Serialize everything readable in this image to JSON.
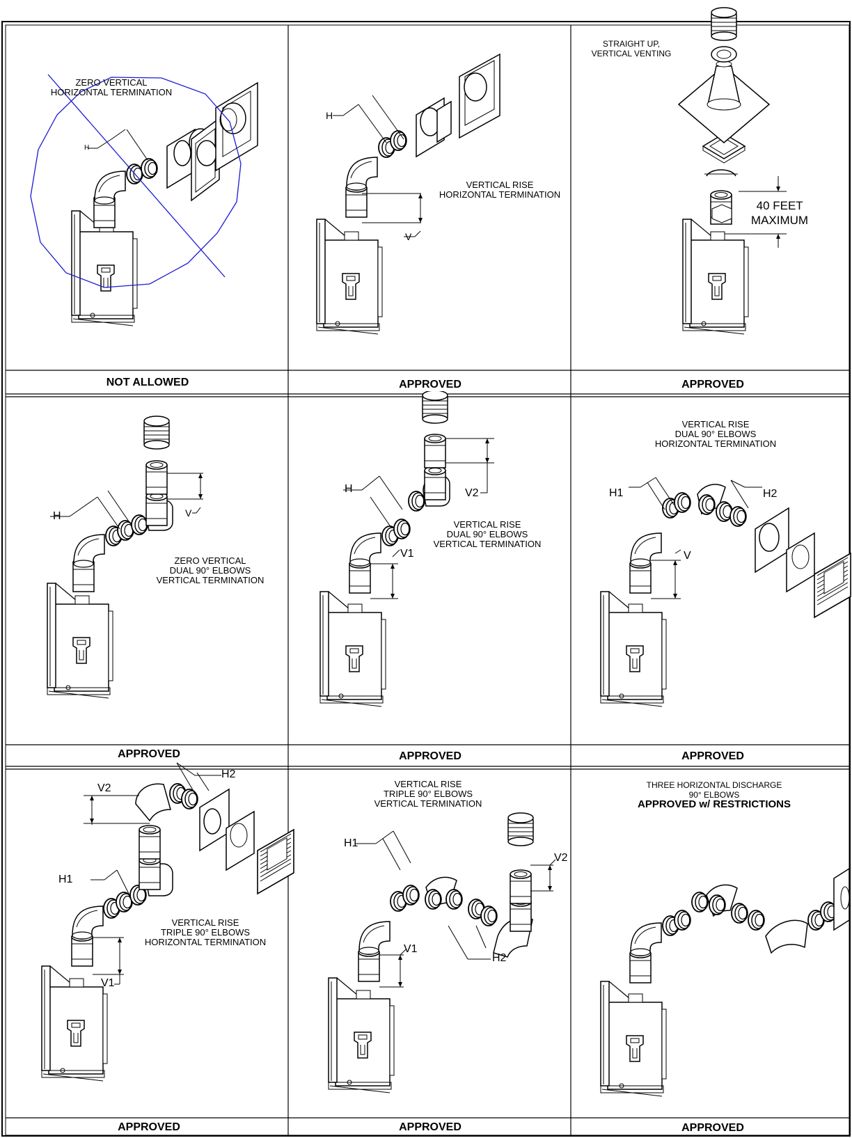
{
  "panels": [
    {
      "id": "p1",
      "status": "NOT ALLOWED",
      "caption": [
        "ZERO VERTICAL",
        "HORIZONTAL TERMINATION"
      ],
      "dims": [
        "H"
      ]
    },
    {
      "id": "p2",
      "status": "APPROVED",
      "caption": [
        "VERTICAL RISE",
        "HORIZONTAL TERMINATION"
      ],
      "dims": [
        "H",
        "V"
      ]
    },
    {
      "id": "p3",
      "status": "APPROVED",
      "caption": [
        "STRAIGHT UP,",
        "VERTICAL VENTING"
      ],
      "dims": [
        "40 FEET",
        "MAXIMUM"
      ]
    },
    {
      "id": "p4",
      "status": "APPROVED",
      "caption": [
        "ZERO VERTICAL",
        "DUAL 90° ELBOWS",
        "VERTICAL TERMINATION"
      ],
      "dims": [
        "H",
        "V"
      ]
    },
    {
      "id": "p5",
      "status": "APPROVED",
      "caption": [
        "VERTICAL RISE",
        "DUAL 90° ELBOWS",
        "VERTICAL TERMINATION"
      ],
      "dims": [
        "H",
        "V2",
        "V1"
      ]
    },
    {
      "id": "p6",
      "status": "APPROVED",
      "caption": [
        "VERTICAL RISE",
        "DUAL 90° ELBOWS",
        "HORIZONTAL TERMINATION"
      ],
      "dims": [
        "H1",
        "H2",
        "V"
      ]
    },
    {
      "id": "p7",
      "status": "APPROVED",
      "caption": [
        "VERTICAL RISE",
        "TRIPLE 90° ELBOWS",
        "HORIZONTAL TERMINATION"
      ],
      "dims": [
        "V2",
        "H2",
        "H1",
        "V1"
      ]
    },
    {
      "id": "p8",
      "status": "APPROVED",
      "caption": [
        "VERTICAL RISE",
        "TRIPLE 90° ELBOWS",
        "VERTICAL TERMINATION"
      ],
      "dims": [
        "H1",
        "V2",
        "V1",
        "H2"
      ]
    },
    {
      "id": "p9",
      "status": "APPROVED",
      "caption": [
        "THREE HORIZONTAL DISCHARGE",
        "90° ELBOWS",
        "APPROVED w/ RESTRICTIONS"
      ],
      "dims": []
    }
  ],
  "colors": {
    "lines": "#000000",
    "strike": "#1a1ad6"
  }
}
